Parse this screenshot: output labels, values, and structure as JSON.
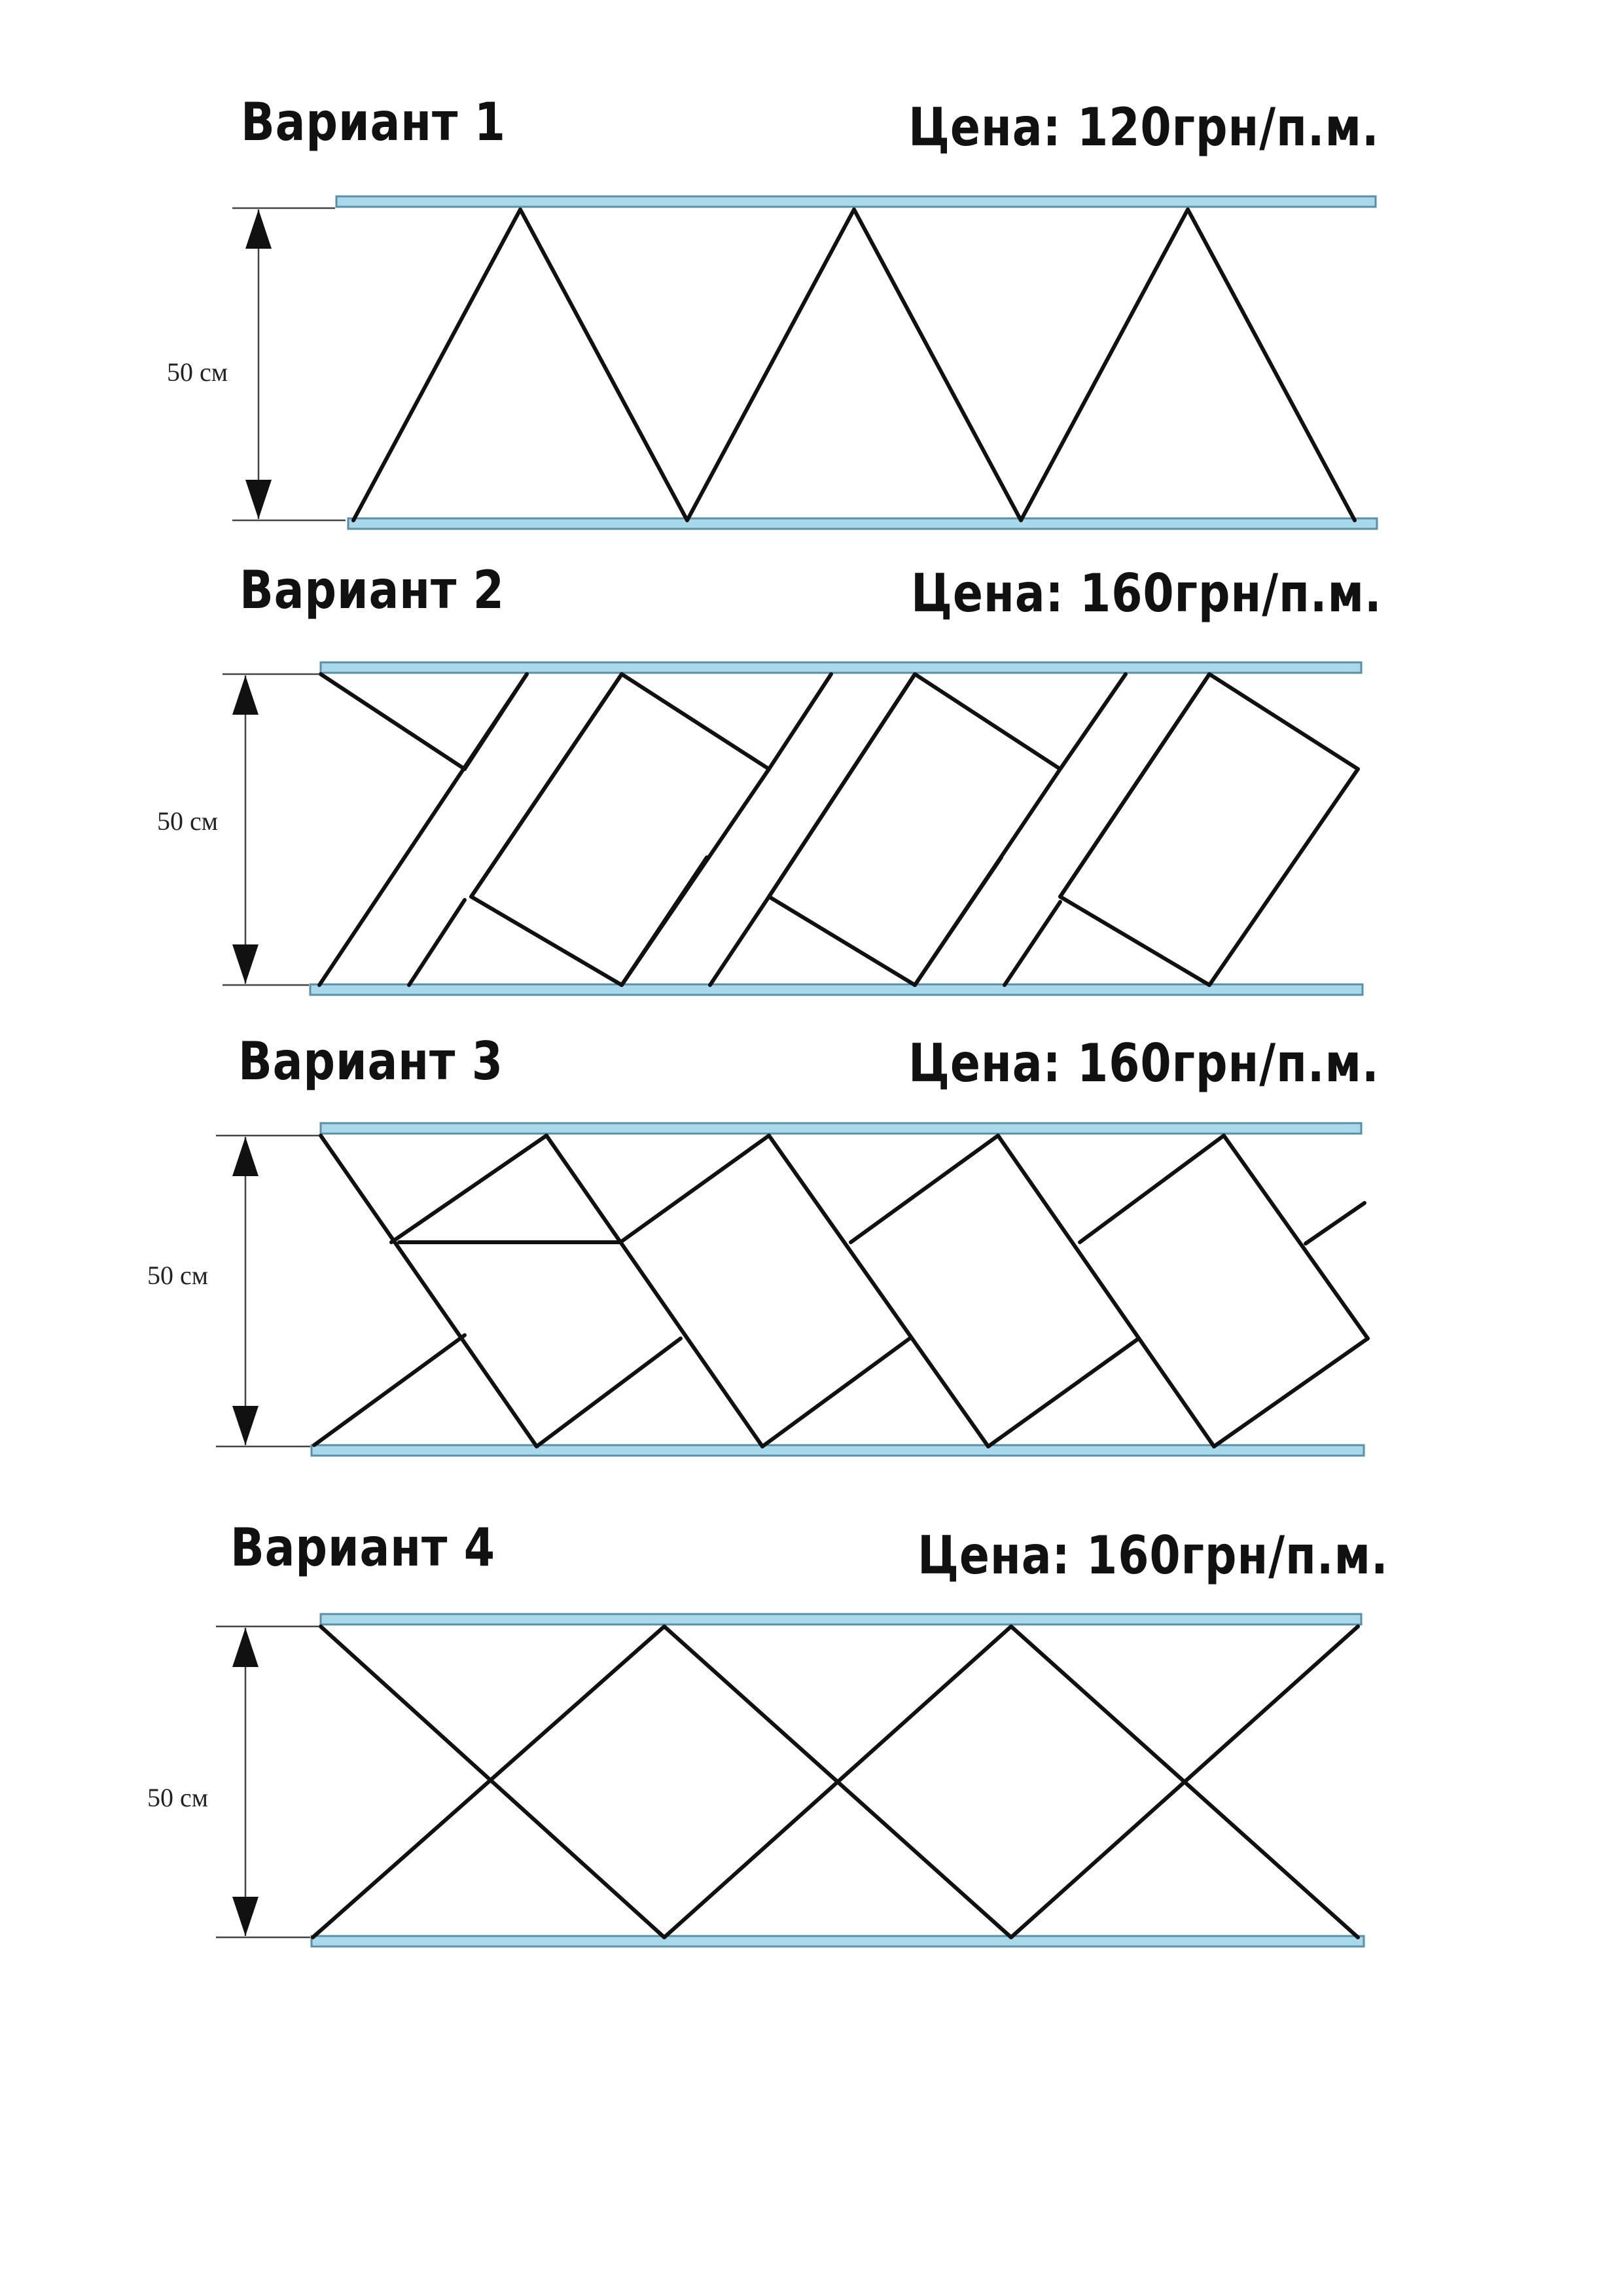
{
  "variants": [
    {
      "title": "Вариант 1",
      "price": "Цена: 120грн/п.м.",
      "dimension": "50 см",
      "pattern": "zigzag"
    },
    {
      "title": "Вариант 2",
      "price": "Цена: 160грн/п.м.",
      "dimension": "50 см",
      "pattern": "diagonal-rectangles"
    },
    {
      "title": "Вариант 3",
      "price": "Цена: 160грн/п.м.",
      "dimension": "50 см",
      "pattern": "alternating-rectangles"
    },
    {
      "title": "Вариант 4",
      "price": "Цена: 160грн/п.м.",
      "dimension": "50 см",
      "pattern": "cross-lattice"
    }
  ],
  "colors": {
    "rail_fill": "#a9d8ea",
    "rail_edge": "#5a8fa6",
    "line": "#111111"
  }
}
